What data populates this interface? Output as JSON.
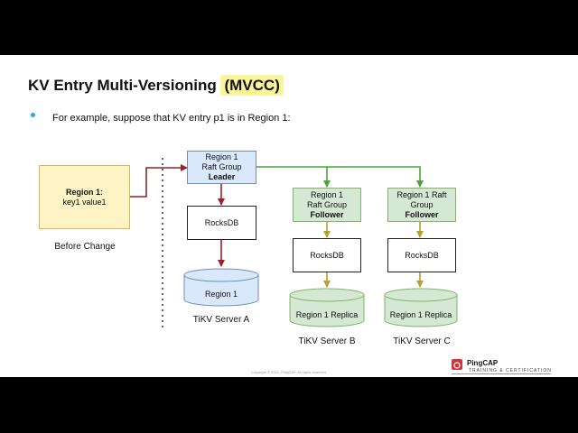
{
  "slide": {
    "title_main": "KV Entry Multi-Versioning",
    "title_highlight": "(MVCC)",
    "bullet": "For example, suppose that KV entry p1 is in Region 1:",
    "copyright": "Copyright © 2021, PingCAP. All rights reserved."
  },
  "diagram": {
    "before": {
      "title": "Region 1:",
      "value": "key1 value1",
      "caption": "Before Change"
    },
    "leader": {
      "line1": "Region 1",
      "line2": "Raft Group",
      "role": "Leader"
    },
    "follower_b": {
      "line1": "Region 1",
      "line2": "Raft Group",
      "role": "Follower"
    },
    "follower_c": {
      "line1": "Region 1 Raft",
      "line2": "Group",
      "role": "Follower"
    },
    "rocksdb_label": "RocksDB",
    "store_a": "Region 1",
    "store_b": "Region 1 Replica",
    "store_c": "Region 1 Replica",
    "server_a": "TiKV Server A",
    "server_b": "TiKV Server B",
    "server_c": "TiKV Server C",
    "colors": {
      "red_arrow": "#9c1f2a",
      "green_arrow": "#4fa33b",
      "olive_arrow": "#b5a030",
      "blue_cylinder": "#dae8fc",
      "green_cylinder": "#d5e8d4"
    }
  },
  "brand": {
    "name": "PingCAP",
    "subtitle": "TRAINING & CERTIFICATION",
    "icon": "pingcap-logo-icon"
  }
}
